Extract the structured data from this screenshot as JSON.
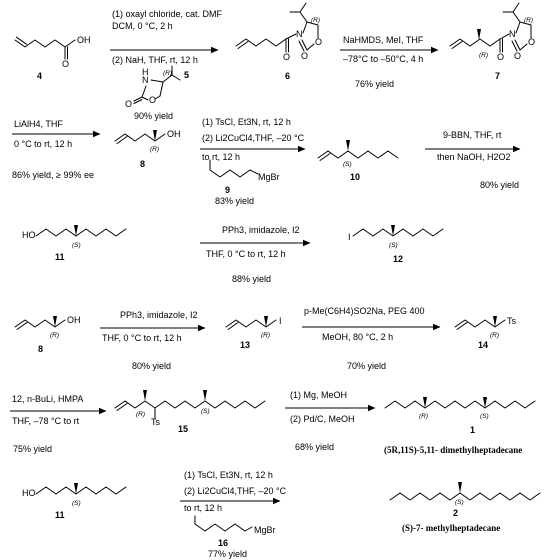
{
  "compounds": {
    "c4": "4",
    "c5": "5",
    "c6": "6",
    "c7": "7",
    "c8": "8",
    "c8b": "8",
    "c9": "9",
    "c10": "10",
    "c11": "11",
    "c11b": "11",
    "c12": "12",
    "c13": "13",
    "c14": "14",
    "c15": "15",
    "c1": "1",
    "c2": "2",
    "c16": "16"
  },
  "atoms": {
    "OH": "OH",
    "O": "O",
    "N": "N",
    "H": "H",
    "HO": "HO",
    "I": "I",
    "Ts": "Ts",
    "MgBr": "MgBr",
    "R": "(R)",
    "S": "(S)"
  },
  "steps": {
    "s1_line1": "(1) oxayl chloride, cat. DMF",
    "s1_line2": "DCM, 0 °C, 2 h",
    "s1_line3": "(2) NaH, THF, rt, 12 h",
    "s1_yield": "90% yield",
    "s2_line1": "NaHMDS, MeI, THF",
    "s2_line2": "–78°C to –50°C, 4 h",
    "s2_yield": "76% yield",
    "s3_line1": "LiAlH4, THF",
    "s3_line2": "0 °C to rt, 12 h",
    "s3_yield": "86% yield,  ≥ 99% ee",
    "s4_line1": "(1) TsCl, Et3N, rt, 12 h",
    "s4_line2": "(2)  Li2CuCl4,THF, –20 °C",
    "s4_line3": "to rt, 12 h",
    "s4_yield": "83% yield",
    "s5_line1": "9-BBN, THF, rt",
    "s5_line2": "then NaOH, H2O2",
    "s5_yield": "80% yield",
    "s6_line1": "PPh3, imidazole, I2",
    "s6_line2": "THF, 0 °C to rt, 12 h",
    "s6_yield": "88% yield",
    "s7_line1": "PPh3, imidazole, I2",
    "s7_line2": "THF, 0 °C to rt, 12 h",
    "s7_yield": "80% yield",
    "s8_line1": "p-Me(C6H4)SO2Na, PEG 400",
    "s8_line2": "MeOH, 80 °C, 2 h",
    "s8_yield": "70% yield",
    "s9_line1": "12, n-BuLi, HMPA",
    "s9_line2": "THF, –78 °C to rt",
    "s9_yield": "75% yield",
    "s10_line1": "(1) Mg, MeOH",
    "s10_line2": "(2) Pd/C, MeOH",
    "s10_yield": "68% yield",
    "s11_line1": "(1) TsCl, Et3N, rt, 12 h",
    "s11_line2": "(2)  Li2CuCl4,THF, –20 °C",
    "s11_line3": "to rt, 12 h",
    "s11_yield": "77% yield"
  },
  "products": {
    "p1_name": "(5R,11S)-5,11- dimethylheptadecane",
    "p2_name": "(S)-7- methylheptadecane"
  }
}
